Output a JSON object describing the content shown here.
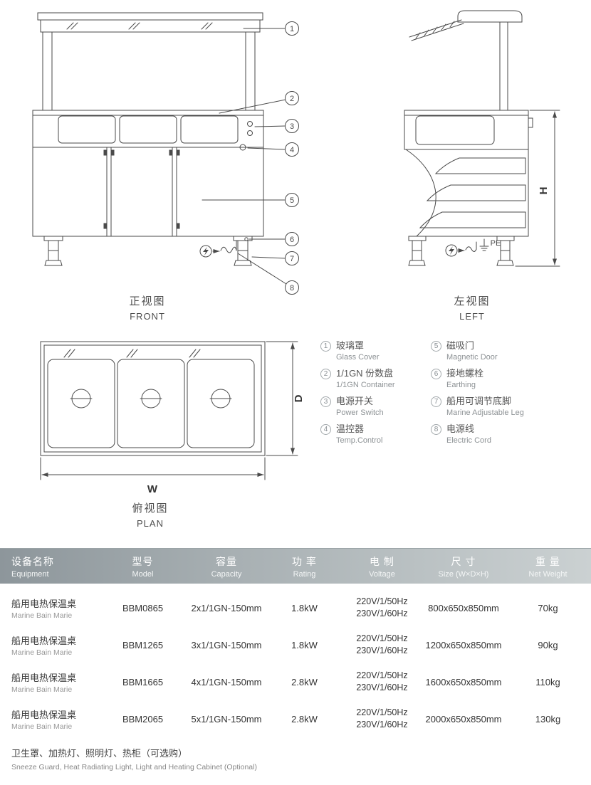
{
  "views": {
    "front": {
      "cn": "正视图",
      "en": "FRONT"
    },
    "left": {
      "cn": "左视图",
      "en": "LEFT"
    },
    "plan": {
      "cn": "俯视图",
      "en": "PLAN"
    }
  },
  "dimensions": {
    "h": "H",
    "d": "D",
    "w": "W",
    "pe": "PE"
  },
  "callouts": [
    "1",
    "2",
    "3",
    "4",
    "5",
    "6",
    "7",
    "8"
  ],
  "legend": [
    {
      "num": "1",
      "cn": "玻璃罩",
      "en": "Glass Cover"
    },
    {
      "num": "2",
      "cn": "1/1GN 份数盘",
      "en": "1/1GN Container"
    },
    {
      "num": "3",
      "cn": "电源开关",
      "en": "Power Switch"
    },
    {
      "num": "4",
      "cn": "温控器",
      "en": "Temp.Control"
    },
    {
      "num": "5",
      "cn": "磁吸门",
      "en": "Magnetic Door"
    },
    {
      "num": "6",
      "cn": "接地螺栓",
      "en": "Earthing"
    },
    {
      "num": "7",
      "cn": "船用可调节底脚",
      "en": "Marine Adjustable Leg"
    },
    {
      "num": "8",
      "cn": "电源线",
      "en": "Electric Cord"
    }
  ],
  "table": {
    "headers": {
      "equipment": {
        "cn": "设备名称",
        "en": "Equipment"
      },
      "model": {
        "cn": "型号",
        "en": "Model"
      },
      "capacity": {
        "cn": "容量",
        "en": "Capacity"
      },
      "rating": {
        "cn": "功 率",
        "en": "Rating"
      },
      "voltage": {
        "cn": "电 制",
        "en": "Voltage"
      },
      "size": {
        "cn": "尺 寸",
        "en": "Size (W×D×H)"
      },
      "weight": {
        "cn": "重 量",
        "en": "Net Weight"
      }
    },
    "rows": [
      {
        "name_cn": "船用电热保温桌",
        "name_en": "Marine Bain Marie",
        "model": "BBM0865",
        "capacity": "2x1/1GN-150mm",
        "rating": "1.8kW",
        "voltage1": "220V/1/50Hz",
        "voltage2": "230V/1/60Hz",
        "size": "800x650x850mm",
        "weight": "70kg"
      },
      {
        "name_cn": "船用电热保温桌",
        "name_en": "Marine Bain Marie",
        "model": "BBM1265",
        "capacity": "3x1/1GN-150mm",
        "rating": "1.8kW",
        "voltage1": "220V/1/50Hz",
        "voltage2": "230V/1/60Hz",
        "size": "1200x650x850mm",
        "weight": "90kg"
      },
      {
        "name_cn": "船用电热保温桌",
        "name_en": "Marine Bain Marie",
        "model": "BBM1665",
        "capacity": "4x1/1GN-150mm",
        "rating": "2.8kW",
        "voltage1": "220V/1/50Hz",
        "voltage2": "230V/1/60Hz",
        "size": "1600x650x850mm",
        "weight": "110kg"
      },
      {
        "name_cn": "船用电热保温桌",
        "name_en": "Marine Bain Marie",
        "model": "BBM2065",
        "capacity": "5x1/1GN-150mm",
        "rating": "2.8kW",
        "voltage1": "220V/1/50Hz",
        "voltage2": "230V/1/60Hz",
        "size": "2000x650x850mm",
        "weight": "130kg"
      }
    ]
  },
  "footnote": {
    "cn": "卫生罩、加热灯、照明灯、热柜（可选购）",
    "en": "Sneeze Guard, Heat Radiating Light, Light and Heating Cabinet (Optional)"
  }
}
